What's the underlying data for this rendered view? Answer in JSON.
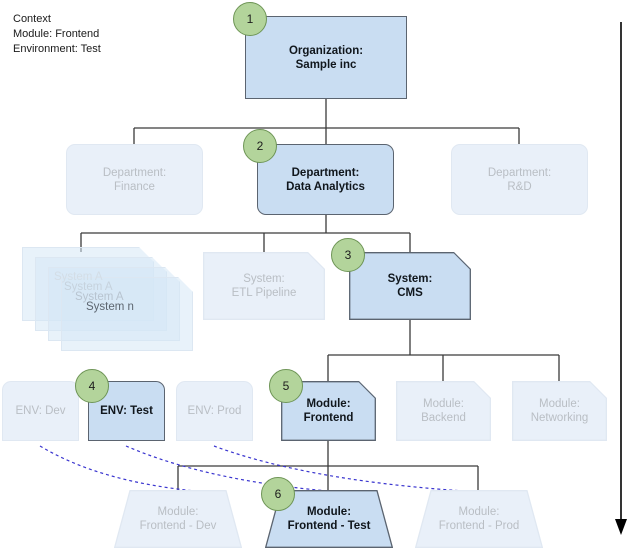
{
  "context": {
    "title": "Context",
    "lines": [
      "Context",
      "Module: Frontend",
      "Environment: Test"
    ],
    "text": "Context\nModule: Frontend\nEnvironment: Test"
  },
  "colors": {
    "active_fill": "#c9ddf2",
    "active_stroke": "#5b6470",
    "faded_fill": "#e9f0f9",
    "faded_stroke": "#e0e8f2",
    "faded_text": "#b9bec4",
    "active_text": "#10161c",
    "badge_fill": "#b3d49b",
    "badge_stroke": "#6e9556",
    "connector": "#3a3a3a",
    "env_link": "#3a35cf",
    "flow_arrow": "#000000"
  },
  "levels": {
    "organization": {
      "label": "Organization:\nSample inc",
      "name": "Sample inc",
      "state": "active",
      "badge": "1"
    },
    "departments": [
      {
        "label": "Department:\nFinance",
        "name": "Finance",
        "state": "faded",
        "badge": null
      },
      {
        "label": "Department:\nData Analytics",
        "name": "Data Analytics",
        "state": "active",
        "badge": "2"
      },
      {
        "label": "Department:\nR&D",
        "name": "R&D",
        "state": "faded",
        "badge": null
      }
    ],
    "system_stack": {
      "labels": [
        "System A",
        "System A",
        "System A",
        "System n"
      ],
      "state": "faded",
      "count": 4
    },
    "systems": [
      {
        "label": "System:\nETL Pipeline",
        "name": "ETL Pipeline",
        "state": "faded",
        "badge": null
      },
      {
        "label": "System:\nCMS",
        "name": "CMS",
        "state": "active",
        "badge": "3"
      }
    ],
    "environments": [
      {
        "label": "ENV: Dev",
        "name": "Dev",
        "state": "faded",
        "badge": null
      },
      {
        "label": "ENV: Test",
        "name": "Test",
        "state": "active",
        "badge": "4"
      },
      {
        "label": "ENV: Prod",
        "name": "Prod",
        "state": "faded",
        "badge": null
      }
    ],
    "modules": [
      {
        "label": "Module:\nFrontend",
        "name": "Frontend",
        "state": "active",
        "badge": "5"
      },
      {
        "label": "Module:\nBackend",
        "name": "Backend",
        "state": "faded",
        "badge": null
      },
      {
        "label": "Module:\nNetworking",
        "name": "Networking",
        "state": "faded",
        "badge": null
      }
    ],
    "deployments": [
      {
        "label": "Module:\nFrontend - Dev",
        "name": "Frontend - Dev",
        "state": "faded",
        "badge": null
      },
      {
        "label": "Module:\nFrontend - Test",
        "name": "Frontend - Test",
        "state": "active",
        "badge": "6"
      },
      {
        "label": "Module:\nFrontend - Prod",
        "name": "Frontend - Prod",
        "state": "faded",
        "badge": null
      }
    ]
  },
  "badges": [
    "1",
    "2",
    "3",
    "4",
    "5",
    "6"
  ],
  "flow_arrow": {
    "direction": "down",
    "name": "drill-down-arrow"
  }
}
